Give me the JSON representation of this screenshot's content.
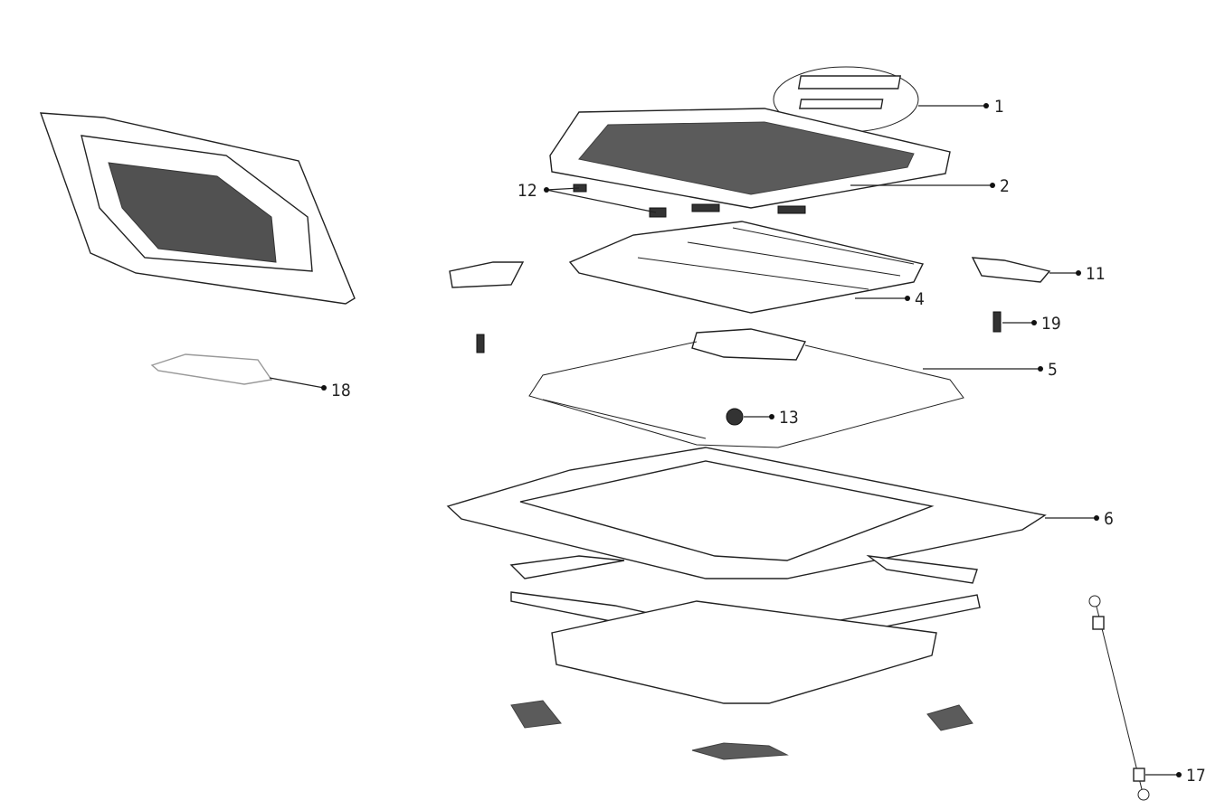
{
  "diagram": {
    "type": "exploded-parts-view",
    "callouts": [
      {
        "id": "c1",
        "number": "1"
      },
      {
        "id": "c2",
        "number": "2"
      },
      {
        "id": "c12",
        "number": "12"
      },
      {
        "id": "c11",
        "number": "11"
      },
      {
        "id": "c4",
        "number": "4"
      },
      {
        "id": "c19",
        "number": "19"
      },
      {
        "id": "c5",
        "number": "5"
      },
      {
        "id": "c18",
        "number": "18"
      },
      {
        "id": "c13",
        "number": "13"
      },
      {
        "id": "c6",
        "number": "6"
      },
      {
        "id": "c17",
        "number": "17"
      }
    ]
  }
}
